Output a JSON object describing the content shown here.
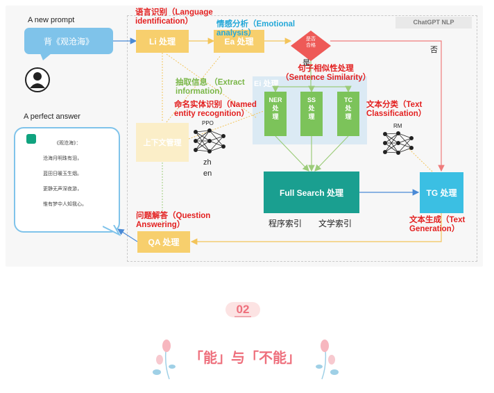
{
  "prompt": {
    "heading": "A new prompt",
    "bubble_text": "背《观沧海》"
  },
  "answer": {
    "heading": "A perfect answer",
    "lines": [
      "《观沧海》：",
      "沧海月明珠有泪，",
      "蓝田日暖玉生烟。",
      "更静无声深夜游，",
      "惟有梦中人知我心。"
    ]
  },
  "frame_tag": "ChatGPT NLP",
  "nodes": {
    "li": "Li 处理",
    "ea": "Ea 处理",
    "decision": "是否\n合格",
    "ei": "Ei 处理",
    "ner": "NER\n处\n理",
    "ss": "SS\n处\n理",
    "tc": "TC\n处\n理",
    "context": "上下文管理",
    "full_search": "Full Search 处理",
    "tg": "TG 处理",
    "qa": "QA 处理"
  },
  "edge_labels": {
    "yes": "是",
    "no": "否"
  },
  "annotations": {
    "li": "语言识别（Language\nidentification）",
    "ea": "情感分析（Emotional\nanalysis）",
    "ss": "句子相似性处理\n（Sentence Similarity）",
    "extract": "抽取信息 （Extract\ninformation）",
    "ner": "命名实体识别（Named\nentity recognition）",
    "tc": "文本分类（Text\nClassification）",
    "qa": "问题解答（Question\nAnswering）",
    "tg": "文本生成（Text\nGeneration）"
  },
  "misc": {
    "ppo": "PPO",
    "rm": "RM",
    "zh": "zh",
    "en": "en",
    "index1": "程序索引",
    "index2": "文学索引"
  },
  "section_number": "02",
  "caption": "「能」与「不能」",
  "colors": {
    "red": "#e32020",
    "green": "#7ab648",
    "cyan": "#24a8d8",
    "yellow": "#f7cf6d",
    "teal": "#1a9f90",
    "blue": "#3bbfe3",
    "pink": "#ee6f7c",
    "decision": "#ee5a57"
  }
}
